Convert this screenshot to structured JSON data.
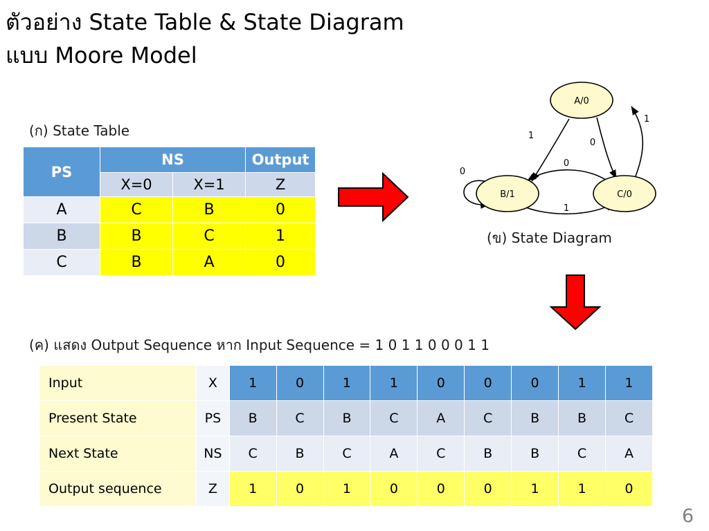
{
  "title": {
    "line1": "ตัวอย่าง State Table & State Diagram",
    "line2": "แบบ Moore Model"
  },
  "captions": {
    "state_table": "(ก) State Table",
    "state_diagram": "(ข) State Diagram",
    "sequence": "(ค) แสดง Output Sequence หาก Input Sequence = 1 0 1 1 0 0 0 1 1"
  },
  "state_table": {
    "header": {
      "ps": "PS",
      "ns": "NS",
      "output": "Output"
    },
    "subheader": {
      "x0": "X=0",
      "x1": "X=1",
      "z": "Z"
    },
    "rows": [
      {
        "ps": "A",
        "x0": "C",
        "x1": "B",
        "z": "0"
      },
      {
        "ps": "B",
        "x0": "B",
        "x1": "C",
        "z": "1"
      },
      {
        "ps": "C",
        "x0": "B",
        "x1": "A",
        "z": "0"
      }
    ]
  },
  "state_diagram": {
    "nodes": [
      {
        "id": "A",
        "label": "A/0"
      },
      {
        "id": "B",
        "label": "B/1"
      },
      {
        "id": "C",
        "label": "C/0"
      }
    ],
    "transitions": [
      {
        "from": "A",
        "to": "B",
        "label": "1"
      },
      {
        "from": "A",
        "to": "C",
        "label": "0"
      },
      {
        "from": "B",
        "to": "B",
        "label": "0"
      },
      {
        "from": "B",
        "to": "C",
        "label": "1"
      },
      {
        "from": "C",
        "to": "B",
        "label": "0"
      },
      {
        "from": "C",
        "to": "A",
        "label": "1"
      }
    ]
  },
  "sequence_table": {
    "rows": [
      {
        "label": "Input",
        "symbol": "X",
        "values": [
          "1",
          "0",
          "1",
          "1",
          "0",
          "0",
          "0",
          "1",
          "1"
        ]
      },
      {
        "label": "Present State",
        "symbol": "PS",
        "values": [
          "B",
          "C",
          "B",
          "C",
          "A",
          "C",
          "B",
          "B",
          "C"
        ]
      },
      {
        "label": "Next State",
        "symbol": "NS",
        "values": [
          "C",
          "B",
          "C",
          "A",
          "C",
          "B",
          "B",
          "C",
          "A"
        ]
      },
      {
        "label": "Output sequence",
        "symbol": "Z",
        "values": [
          "1",
          "0",
          "1",
          "0",
          "0",
          "0",
          "1",
          "1",
          "0"
        ]
      }
    ]
  },
  "arrows": {
    "right_arrow": "red-right-arrow",
    "down_arrow": "red-down-arrow",
    "color": "#FF0000"
  },
  "page_number": "6",
  "colors": {
    "header_blue": "#5B9BD5",
    "sub_blue": "#CDD8EA",
    "row_light": "#E8EDF6",
    "row_dark": "#CCD7E8",
    "table_yellow": "#FFFF00",
    "seq_yellow": "#FFFF66",
    "label_yellow": "#FDFBCF",
    "node_fill": "#FFFACD",
    "arrow_red": "#FF0000"
  }
}
